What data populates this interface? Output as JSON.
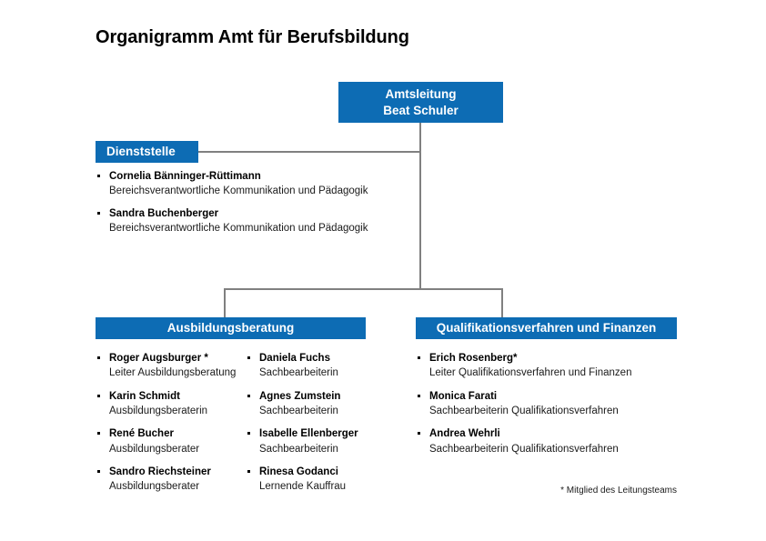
{
  "page": {
    "title": "Organigramm Amt für Berufsbildung",
    "footnote": "* Mitglied des Leitungsteams",
    "accent_color": "#0D6CB4",
    "line_color": "#808080",
    "background_color": "#FFFFFF",
    "text_color": "#000000"
  },
  "root": {
    "title": "Amtsleitung",
    "person": "Beat Schuler"
  },
  "unit": {
    "label": "Dienststelle",
    "people": [
      {
        "name": "Cornelia Bänninger-Rüttimann",
        "role": "Bereichsverantwortliche Kommunikation und Pädagogik"
      },
      {
        "name": "Sandra Buchenberger",
        "role": "Bereichsverantwortliche Kommunikation und Pädagogik"
      }
    ]
  },
  "departments": [
    {
      "label": "Ausbildungsberatung",
      "columns": [
        {
          "people": [
            {
              "name": "Roger Augsburger *",
              "role": "Leiter Ausbildungsberatung"
            },
            {
              "name": "Karin Schmidt",
              "role": "Ausbildungsberaterin"
            },
            {
              "name": "René Bucher",
              "role": "Ausbildungsberater"
            },
            {
              "name": "Sandro Riechsteiner",
              "role": "Ausbildungsberater"
            }
          ]
        },
        {
          "people": [
            {
              "name": "Daniela Fuchs",
              "role": "Sachbearbeiterin"
            },
            {
              "name": "Agnes Zumstein",
              "role": "Sachbearbeiterin"
            },
            {
              "name": "Isabelle Ellenberger",
              "role": "Sachbearbeiterin"
            },
            {
              "name": "Rinesa Godanci",
              "role": "Lernende Kauffrau"
            }
          ]
        }
      ]
    },
    {
      "label": "Qualifikationsverfahren und Finanzen",
      "columns": [
        {
          "people": [
            {
              "name": "Erich Rosenberg*",
              "role": "Leiter Qualifikationsverfahren und Finanzen"
            },
            {
              "name": "Monica Farati",
              "role": "Sachbearbeiterin Qualifikationsverfahren"
            },
            {
              "name": "Andrea Wehrli",
              "role": "Sachbearbeiterin Qualifikationsverfahren"
            }
          ]
        }
      ]
    }
  ]
}
